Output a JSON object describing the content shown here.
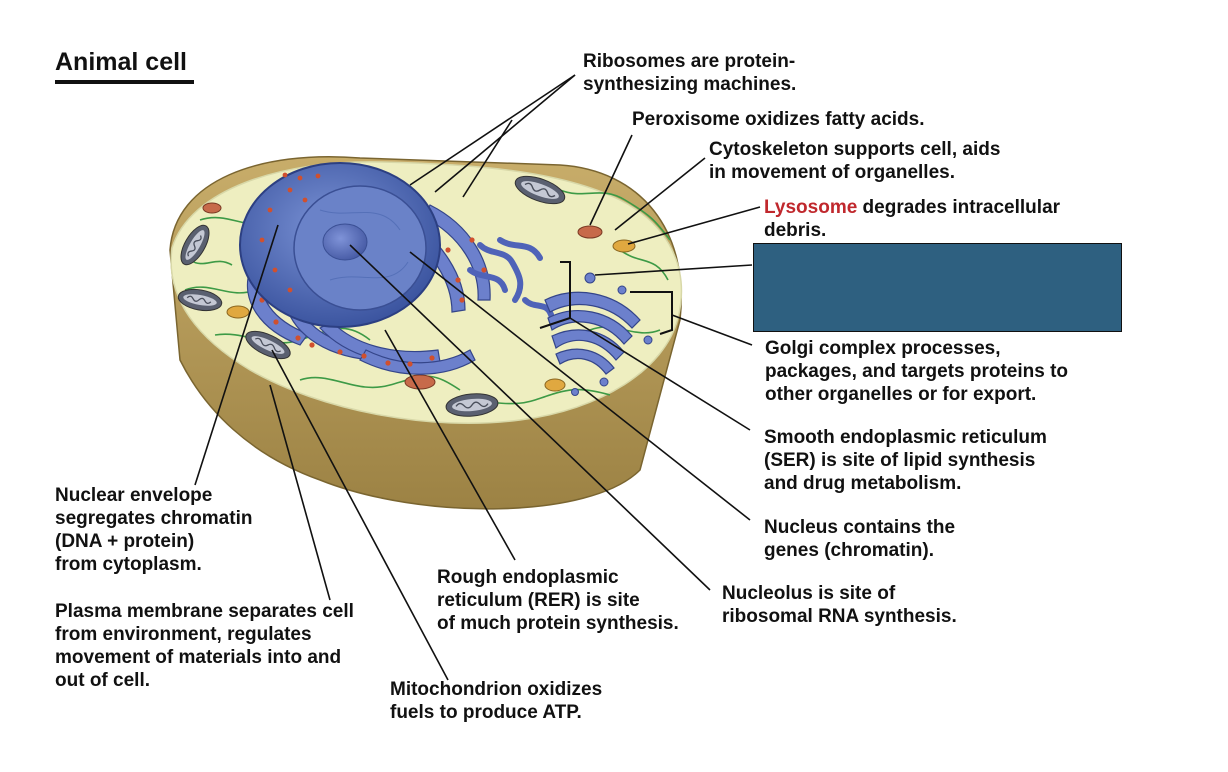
{
  "title": "Animal cell",
  "labels": {
    "ribosomes": "Ribosomes are protein-\nsynthesizing machines.",
    "peroxisome": "Peroxisome oxidizes fatty acids.",
    "cytoskeleton": "Cytoskeleton supports cell, aids\nin movement of organelles.",
    "lysosome_term": "Lysosome",
    "lysosome_rest": " degrades intracellular\ndebris.",
    "golgi": "Golgi complex processes,\npackages, and targets proteins to\nother organelles or for export.",
    "ser": "Smooth endoplasmic reticulum\n(SER) is site of lipid synthesis\nand drug metabolism.",
    "nucleus": "Nucleus contains the\ngenes (chromatin).",
    "nucleolus": "Nucleolus is site of\nribosomal RNA synthesis.",
    "rer": "Rough endoplasmic\nreticulum (RER) is site\nof much protein synthesis.",
    "mitochondrion": "Mitochondrion oxidizes\nfuels to produce ATP.",
    "nuclear_envelope": "Nuclear envelope\nsegregates chromatin\n(DNA + protein)\nfrom cytoplasm.",
    "plasma_membrane": "Plasma membrane separates cell\nfrom environment, regulates\nmovement of materials into and\nout of cell."
  },
  "colors": {
    "highlight": "#c0282d",
    "cover_box": "#2e6080",
    "cytoplasm": "#eeeec0",
    "cell_body": "#b49a5a",
    "nucleus": "#4a64b0",
    "organelle": "#6c80cc"
  }
}
